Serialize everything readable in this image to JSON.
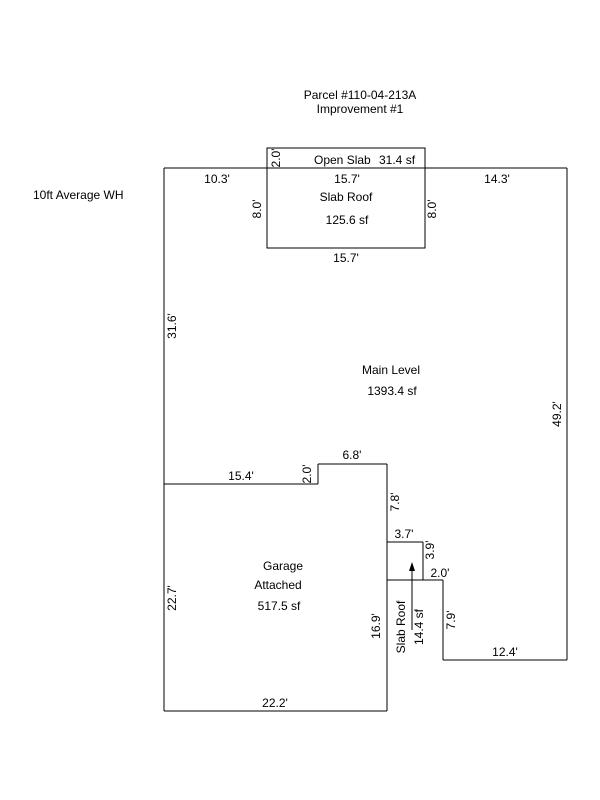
{
  "header": {
    "parcel": "Parcel #110-04-213A",
    "improvement": "Improvement #1"
  },
  "note": "10ft Average WH",
  "areas": {
    "open_slab": {
      "name": "Open Slab",
      "area": "31.4 sf"
    },
    "slab_roof_top": {
      "name": "Slab Roof",
      "area": "125.6 sf"
    },
    "main_level": {
      "name": "Main Level",
      "area": "1393.4 sf"
    },
    "garage": {
      "name_line1": "Garage",
      "name_line2": "Attached",
      "area": "517.5 sf"
    },
    "slab_roof_small": {
      "name": "Slab Roof",
      "area": "14.4 sf"
    }
  },
  "dimensions": {
    "top_left": "10.3'",
    "slab_top": "15.7'",
    "top_right": "14.3'",
    "slab_left": "8.0'",
    "slab_right": "8.0'",
    "open_slab_depth": "2.0'",
    "slab_bottom": "15.7'",
    "left_upper": "31.6'",
    "right_side": "49.2'",
    "notch_top": "6.8'",
    "garage_top": "15.4'",
    "notch_step": "2.0'",
    "notch_right": "7.8'",
    "step_width": "3.7'",
    "step_depth": "3.9'",
    "step2_width": "2.0'",
    "step2_depth": "7.9'",
    "bottom_right": "12.4'",
    "garage_left": "22.7'",
    "garage_right": "16.9'",
    "garage_bottom": "22.2'"
  }
}
